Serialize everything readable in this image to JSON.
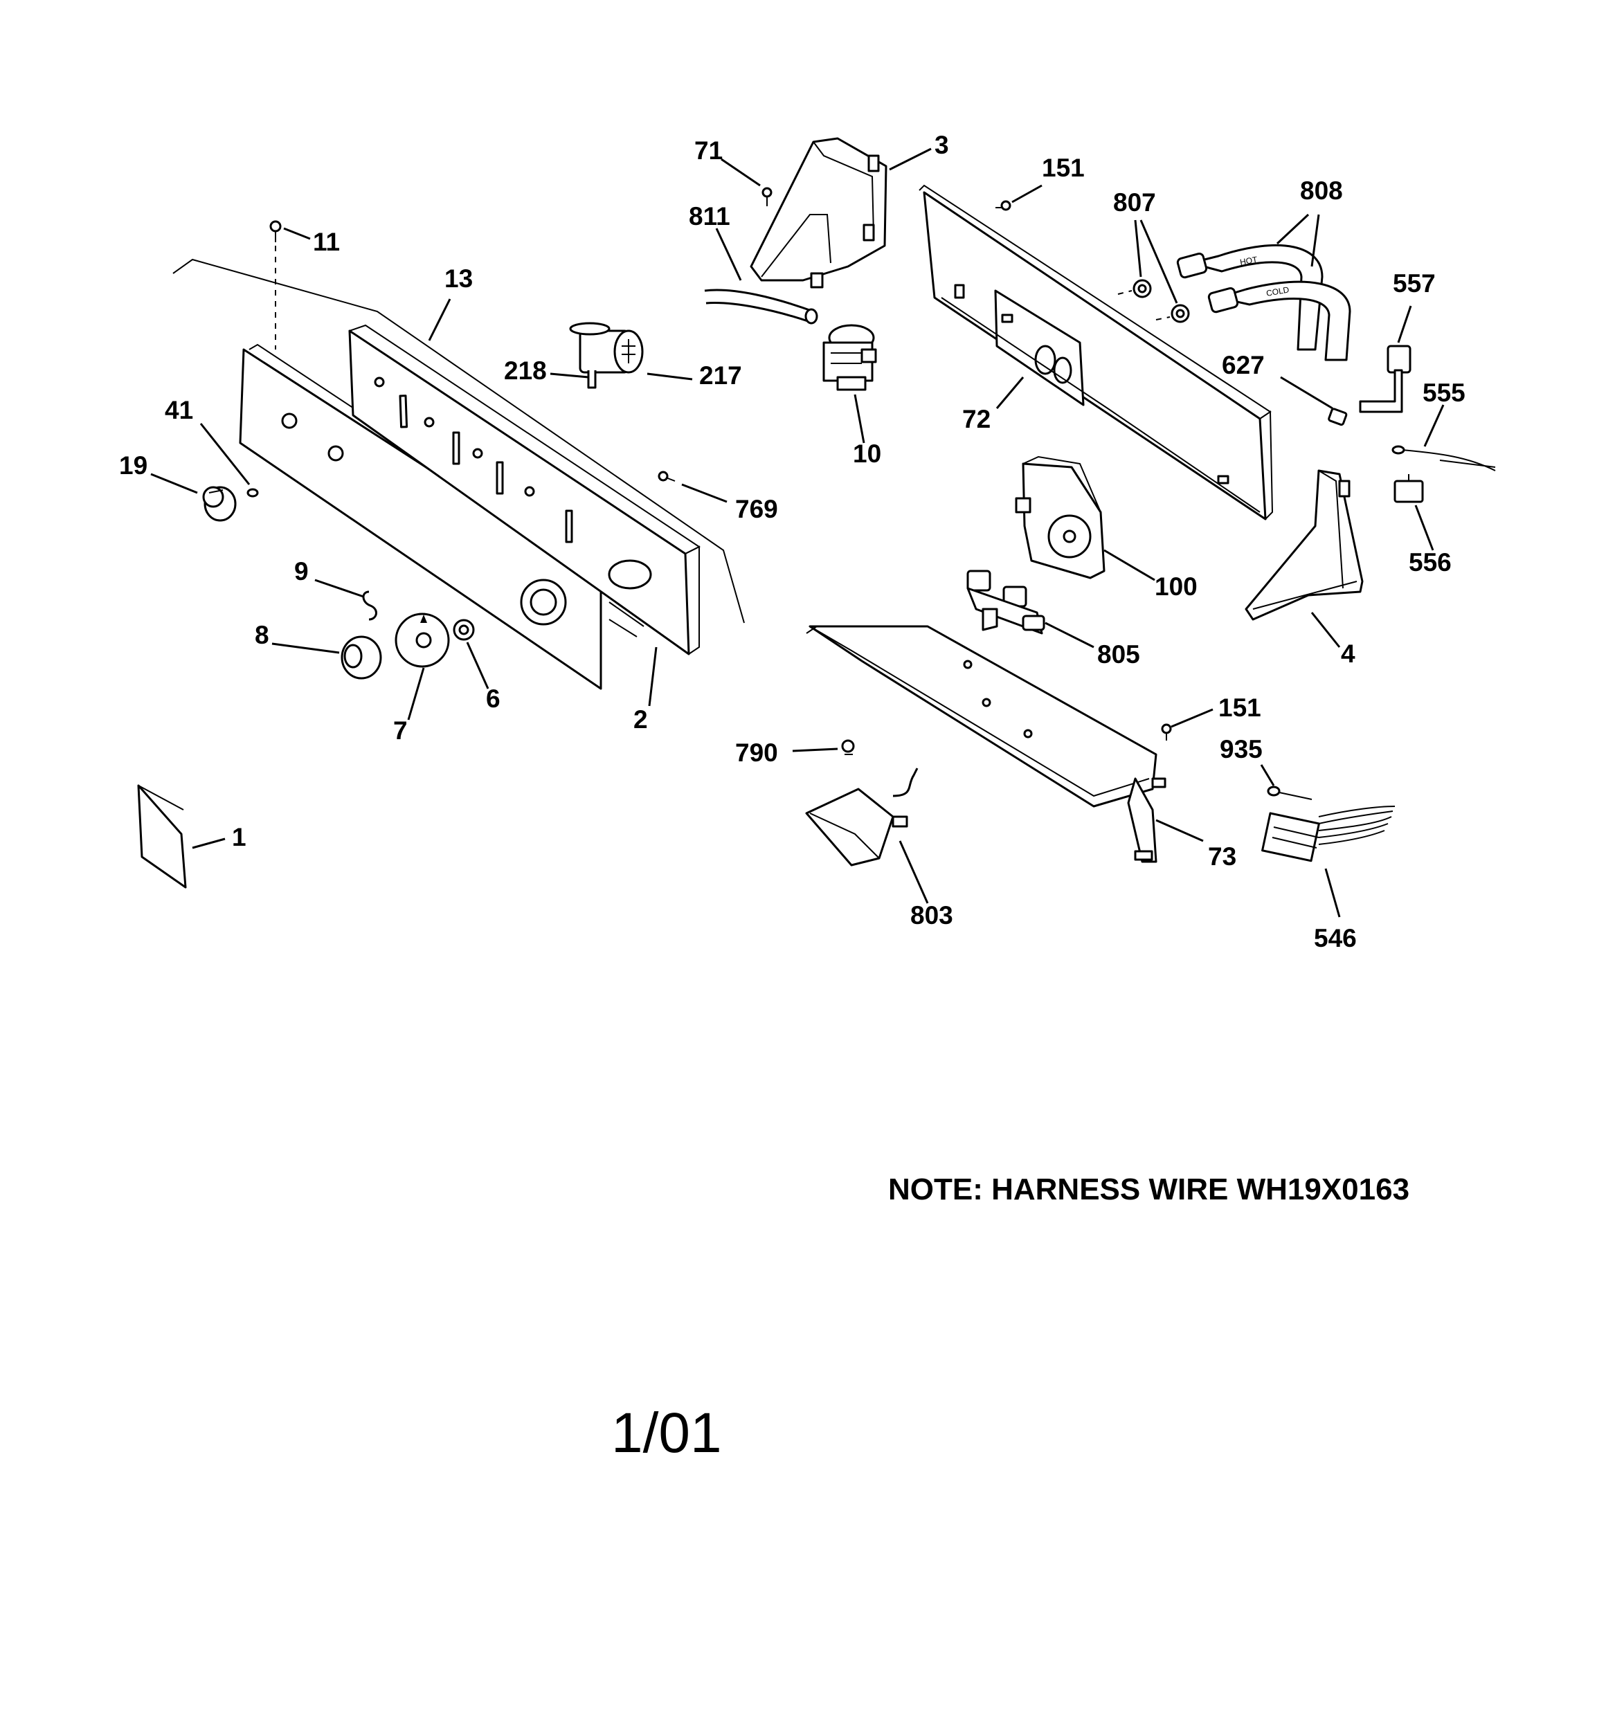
{
  "callouts": {
    "c1": "1",
    "c2": "2",
    "c3": "3",
    "c4": "4",
    "c6": "6",
    "c7": "7",
    "c8": "8",
    "c9": "9",
    "c10": "10",
    "c11": "11",
    "c13": "13",
    "c19": "19",
    "c41": "41",
    "c71": "71",
    "c72": "72",
    "c73": "73",
    "c100": "100",
    "c151a": "151",
    "c151b": "151",
    "c217": "217",
    "c218": "218",
    "c546": "546",
    "c555": "555",
    "c556": "556",
    "c557": "557",
    "c627": "627",
    "c769": "769",
    "c790": "790",
    "c803": "803",
    "c805": "805",
    "c807": "807",
    "c808": "808",
    "c811": "811",
    "c935": "935"
  },
  "note": "NOTE: HARNESS WIRE WH19X0163",
  "date": "1/01",
  "hose_labels": {
    "hot": "HOT",
    "cold": "COLD"
  }
}
